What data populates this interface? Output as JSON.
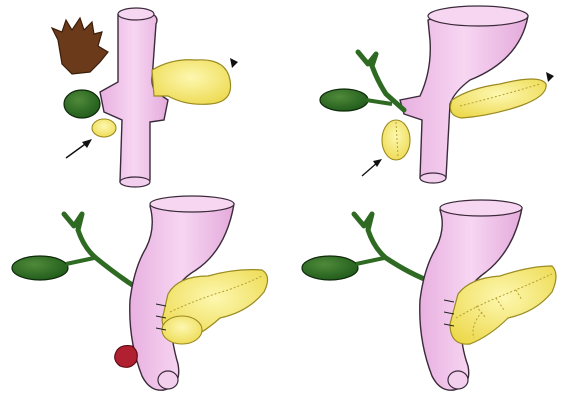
{
  "colors": {
    "duct": "#f2c6ec",
    "duct_stroke": "#3a2a3a",
    "gallbladder": "#1f5a1a",
    "gallbladder_highlight": "#4f8a3a",
    "bile_duct": "#2e6a22",
    "pancreas": "#f5e870",
    "pancreas_stroke": "#9a8a20",
    "liver_bud": "#6b3a1a",
    "spleen_red": "#b02030"
  },
  "panels": [
    {
      "stage": 1,
      "features": [
        "duodenum",
        "hepatic-bud",
        "gallbladder",
        "ventral-pancreatic-bud",
        "dorsal-pancreatic-bud"
      ]
    },
    {
      "stage": 2,
      "features": [
        "duodenum",
        "bile-duct",
        "gallbladder",
        "ventral-pancreatic-bud",
        "dorsal-pancreatic-bud"
      ]
    },
    {
      "stage": 3,
      "features": [
        "duodenum",
        "bile-duct",
        "gallbladder",
        "ventral-pancreas-rotated",
        "dorsal-pancreas"
      ]
    },
    {
      "stage": 4,
      "features": [
        "duodenum",
        "bile-duct",
        "gallbladder",
        "fused-pancreas",
        "pancreatic-duct"
      ]
    }
  ],
  "markers": {
    "arrow_ventral_bud": "arrow",
    "arrowhead_dorsal_bud": "arrowhead"
  }
}
